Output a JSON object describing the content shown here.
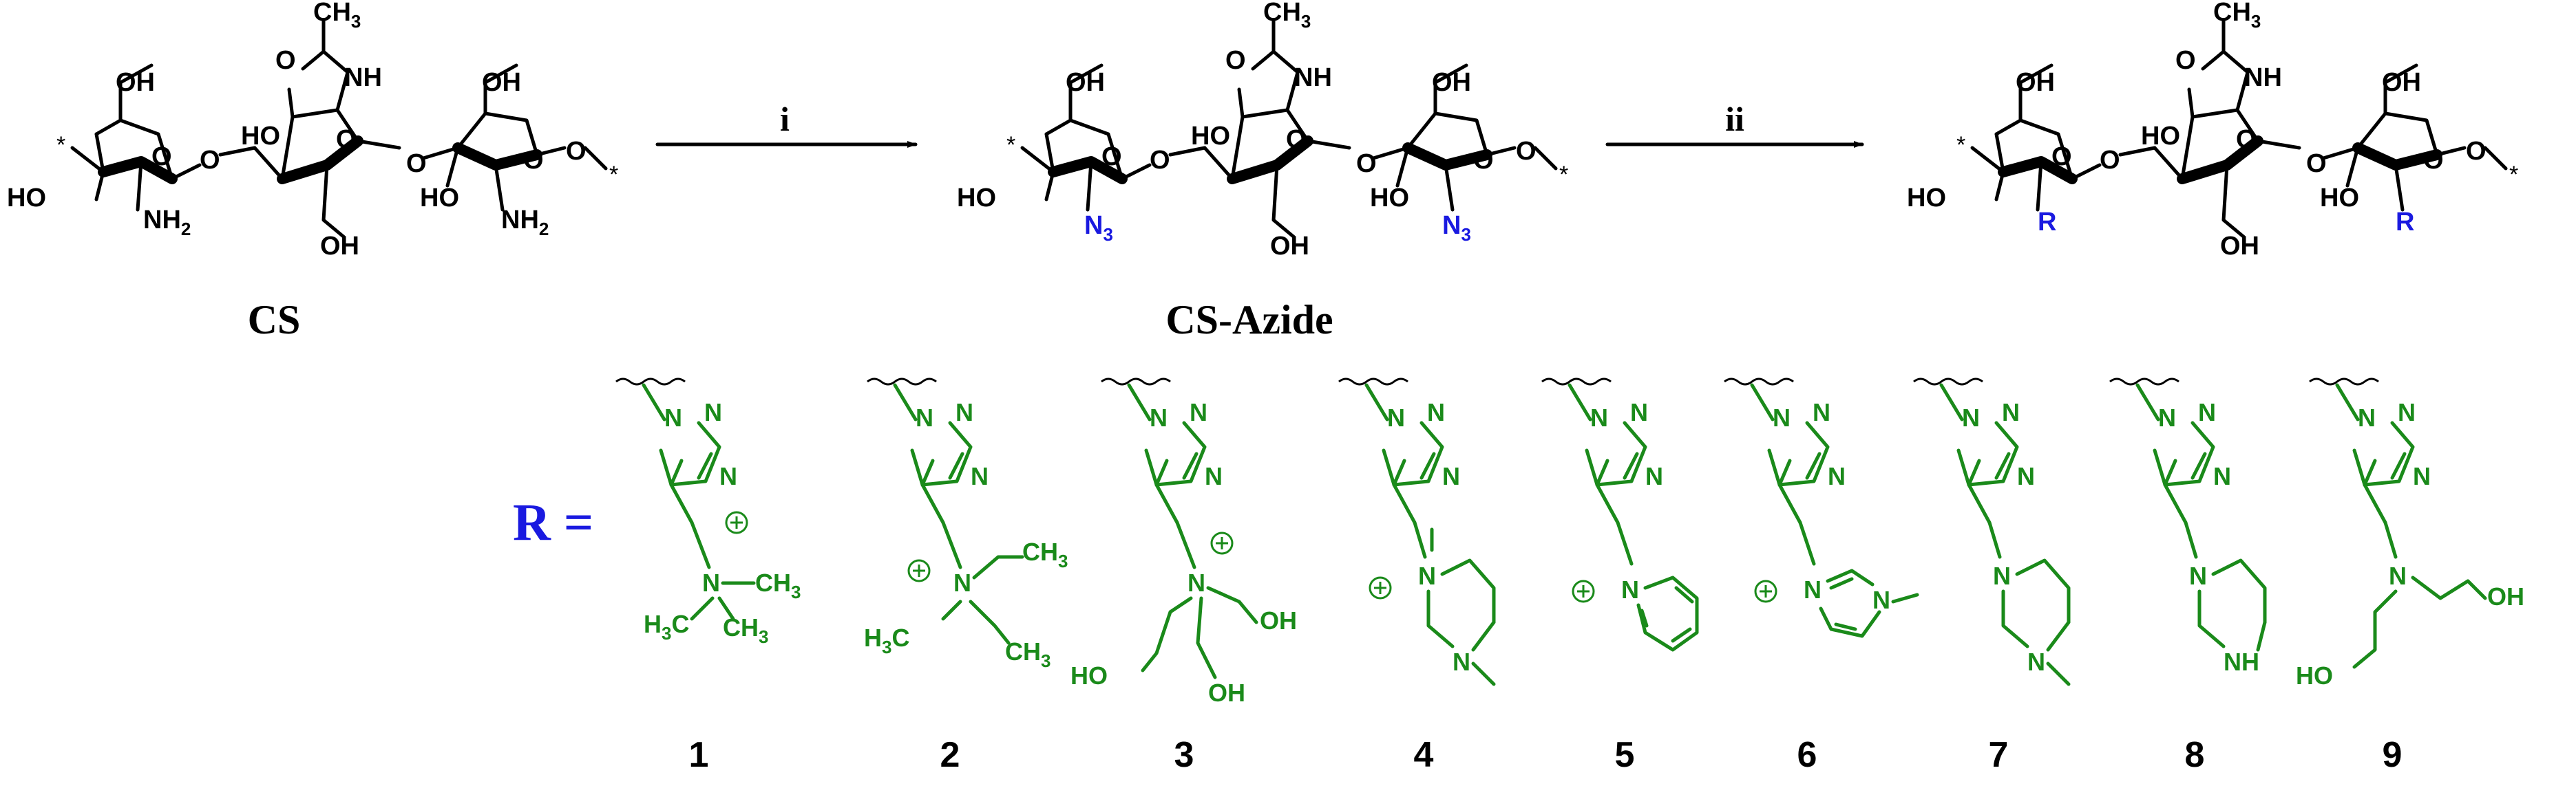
{
  "compounds": {
    "cs": {
      "name": "CS"
    },
    "cs_azide": {
      "name": "CS-Azide"
    }
  },
  "steps": {
    "step1": "i",
    "step2": "ii"
  },
  "r_group_label": "R =",
  "atoms": {
    "OH": "OH",
    "HO": "HO",
    "O": "O",
    "NH": "NH",
    "NH2_main": "NH",
    "NH2_sub": "2",
    "N3_main": "N",
    "N3_sub": "3",
    "CH3_main": "CH",
    "CH3_sub": "3",
    "H3C_pre": "H",
    "H3C_sub": "3",
    "H3C_post": "C",
    "R": "R",
    "N": "N",
    "star": "*"
  },
  "substituents": [
    {
      "number": "1"
    },
    {
      "number": "2"
    },
    {
      "number": "3"
    },
    {
      "number": "4"
    },
    {
      "number": "5"
    },
    {
      "number": "6"
    },
    {
      "number": "7"
    },
    {
      "number": "8"
    },
    {
      "number": "9"
    }
  ],
  "colors": {
    "bond": "#000000",
    "azide": "#1a1ae0",
    "r_group": "#1a8a1a"
  }
}
